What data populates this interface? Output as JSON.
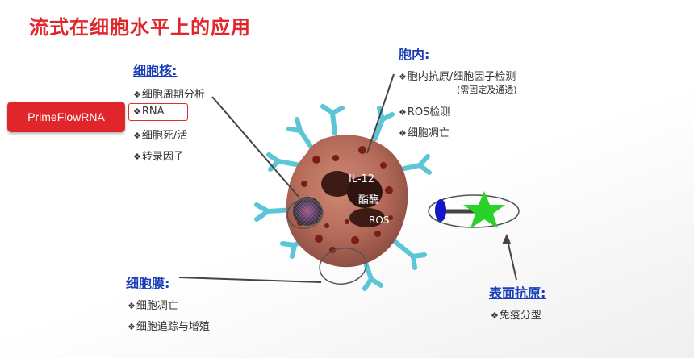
{
  "title": "流式在细胞水平上的应用",
  "primeflow_button": "PrimeFlowRNA",
  "nucleus": {
    "heading": "细胞核:",
    "items": [
      "细胞周期分析",
      "RNA",
      "细胞死/活",
      "转录因子"
    ]
  },
  "intracellular": {
    "heading": "胞内:",
    "items": [
      "胞内抗原/细胞因子检测",
      "ROS检测",
      "细胞凋亡"
    ],
    "note": "(需固定及通透)"
  },
  "membrane": {
    "heading": "细胞膜:",
    "items": [
      "细胞凋亡",
      "细胞追踪与增殖"
    ]
  },
  "surface": {
    "heading": "表面抗原:",
    "items": [
      "免疫分型"
    ]
  },
  "cell_labels": {
    "il12": "IL-12",
    "enzyme": "酯酶",
    "ros": "ROS"
  },
  "bullet": "❖",
  "colors": {
    "title": "#e0262b",
    "heading": "#1a3db8",
    "receptor": "#5cc6d6",
    "cell": "#b56b5a",
    "star": "#27d327",
    "antibody": "#1515c8"
  }
}
